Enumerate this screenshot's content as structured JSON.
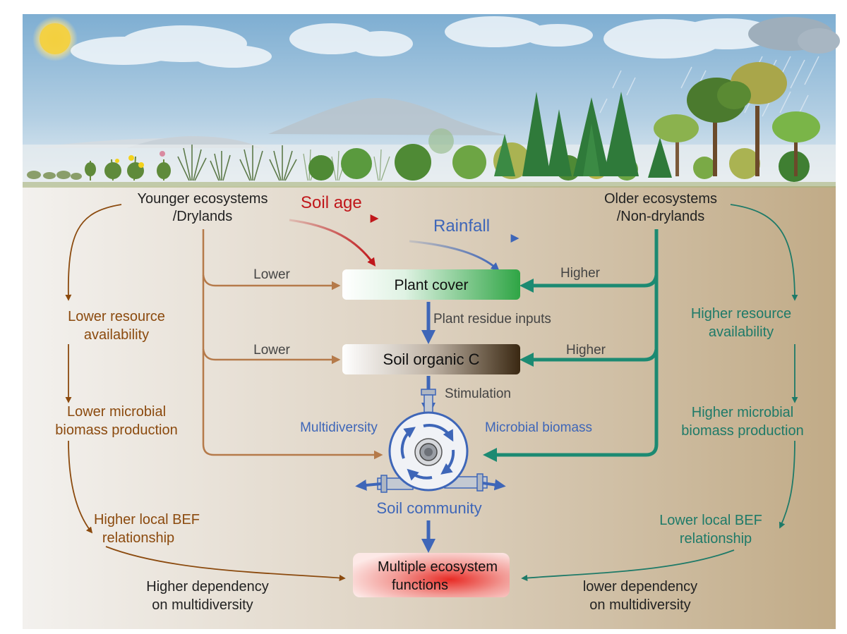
{
  "labels": {
    "younger_line1": "Younger ecosystems",
    "younger_line2": "/Drylands",
    "older_line1": "Older ecosystems",
    "older_line2": "/Non-drylands",
    "soil_age": "Soil age",
    "rainfall": "Rainfall",
    "lower_plant": "Lower",
    "higher_plant": "Higher",
    "lower_soc": "Lower",
    "higher_soc": "Higher",
    "plant_cover": "Plant cover",
    "plant_residue": "Plant residue inputs",
    "soil_organic_c": "Soil organic C",
    "stimulation": "Stimulation",
    "multidiversity": "Multidiversity",
    "microbial_biomass": "Microbial biomass",
    "soil_community": "Soil community",
    "mef_line1": "Multiple ecosystem",
    "mef_line2": "functions",
    "left_resource_1": "Lower  resource",
    "left_resource_2": "availability",
    "left_microbial_1": "Lower  microbial",
    "left_microbial_2": "biomass production",
    "left_bef_1": "Higher local BEF",
    "left_bef_2": "relationship",
    "left_dep_1": "Higher dependency",
    "left_dep_2": "on multidiversity",
    "right_resource_1": "Higher  resource",
    "right_resource_2": "availability",
    "right_microbial_1": "Higher  microbial",
    "right_microbial_2": "biomass production",
    "right_bef_1": "Lower local BEF",
    "right_bef_2": "relationship",
    "right_dep_1": "lower dependency",
    "right_dep_2": "on multidiversity"
  },
  "colors": {
    "brown": "#8b4a0e",
    "brown_arrow": "#b57a4a",
    "teal": "#1e7a68",
    "teal_arrow": "#1c8a72",
    "blue": "#3e66b8",
    "red": "#c0171b",
    "gray_text": "#444444"
  }
}
